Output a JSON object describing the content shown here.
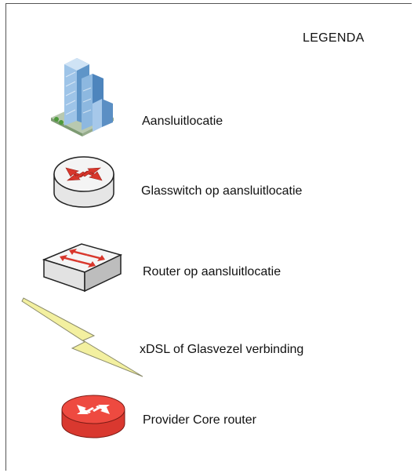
{
  "legend": {
    "title": "LEGENDA",
    "items": [
      {
        "label": "Aansluitlocatie",
        "icon": "building-icon"
      },
      {
        "label": "Glasswitch op aansluitlocatie",
        "icon": "glass-switch-icon"
      },
      {
        "label": "Router op aansluitlocatie",
        "icon": "router-icon"
      },
      {
        "label": "xDSL of Glasvezel verbinding",
        "icon": "lightning-link-icon"
      },
      {
        "label": "Provider Core router",
        "icon": "core-router-icon"
      }
    ]
  },
  "colors": {
    "core_router": "#e8453c",
    "lightning": "#f3f0a0",
    "building": "#6fa3d6",
    "arrows": "#d8372c"
  }
}
